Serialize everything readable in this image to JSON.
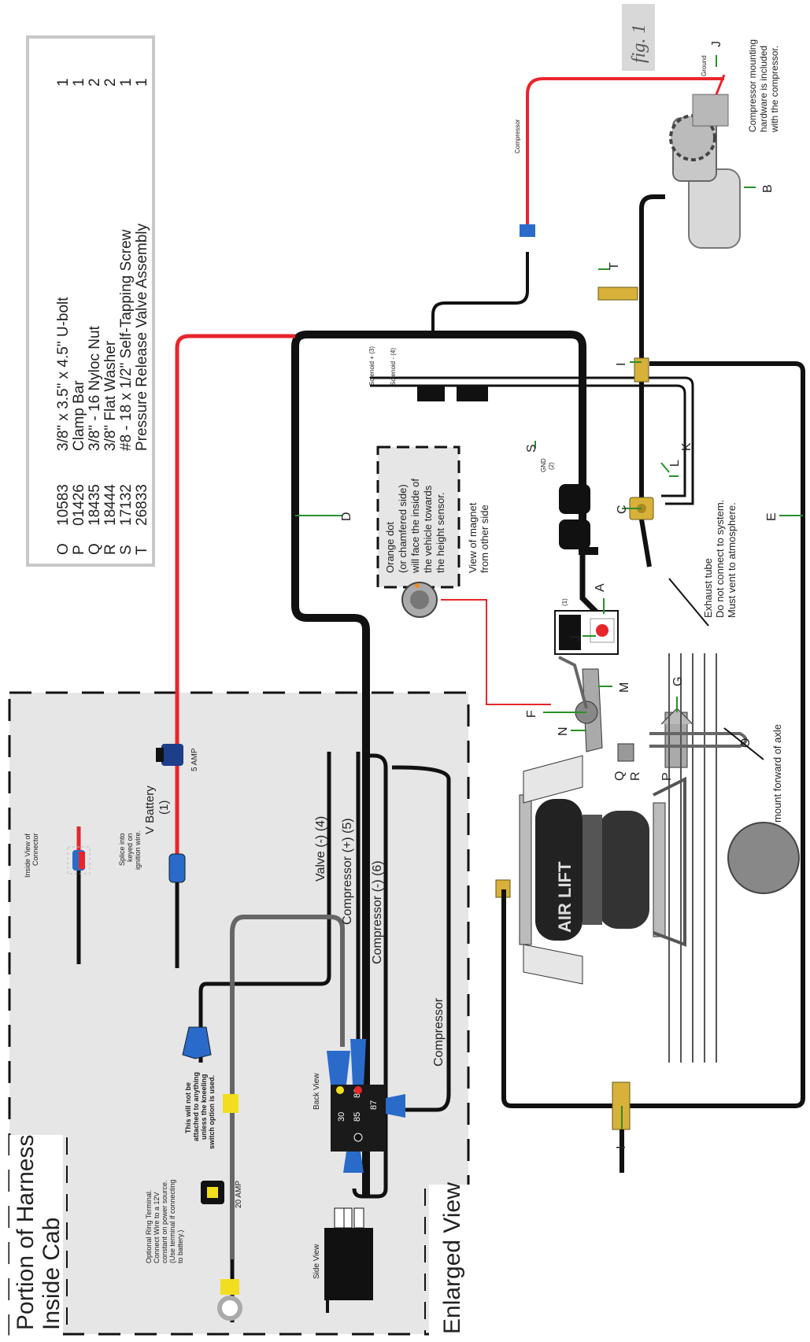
{
  "parts_list": [
    {
      "letter": "O",
      "number": "10583",
      "desc": "3/8\" x 3.5\" x 4.5\" U-bolt",
      "qty": "1"
    },
    {
      "letter": "P",
      "number": "01426",
      "desc": "Clamp Bar",
      "qty": "1"
    },
    {
      "letter": "Q",
      "number": "18435",
      "desc": "3/8\" - 16 Nyloc Nut",
      "qty": "2"
    },
    {
      "letter": "R",
      "number": "18444",
      "desc": "3/8\" Flat Washer",
      "qty": "2"
    },
    {
      "letter": "S",
      "number": "17132",
      "desc": "#8 - 18 x 1/2\" Self-Tapping Screw",
      "qty": "1"
    },
    {
      "letter": "T",
      "number": "26833",
      "desc": "Pressure Release Valve Assembly",
      "qty": "1"
    }
  ],
  "figure_label": "fig. 1",
  "cab_panel": {
    "title_line1": "Portion of Harness",
    "title_line2": "Inside Cab",
    "enlarged_view": "Enlarged View",
    "inside_view": [
      "Inside View of",
      "Connector"
    ],
    "splice_note": [
      "Splice into",
      "keyed on",
      "ignition wire."
    ],
    "v_battery": "V Battery",
    "v_battery_num": "(1)",
    "fuse_5": "5 AMP",
    "fuse_20": "20 AMP",
    "valve_wire": "Valve (-) (4)",
    "comp_pos_wire": "Compressor (+) (5)",
    "comp_neg_wire": "Compressor (-) (6)",
    "compressor_wire": "Compressor",
    "kneel_note": [
      "This will not be",
      "attached to anything",
      "unless the kneeling",
      "switch option is used."
    ],
    "ring_note": [
      "Optional Ring Terminal.",
      "Connect Wire to a 12V",
      "constant on power source.",
      "(Use terminal if connecting",
      "to battery.)"
    ],
    "back_view": "Back View",
    "side_view": "Side View",
    "relay_pins": [
      "30",
      "85",
      "86",
      "87"
    ]
  },
  "magnet_box": {
    "lines": [
      "Orange dot",
      "(or chamfered side)",
      "will face the inside of",
      "the vehicle towards",
      "the height sensor."
    ],
    "caption": [
      "View of magnet",
      "from other side"
    ]
  },
  "callouts": {
    "A": "A",
    "B": "B",
    "C": "C",
    "D": "D",
    "E": "E",
    "F": "F",
    "G": "G",
    "I": "I",
    "J": "J",
    "K": "K",
    "L": "L",
    "M": "M",
    "N": "N",
    "O": "O",
    "P": "P",
    "Q": "Q",
    "R": "R",
    "S": "S",
    "T": "T"
  },
  "labels": {
    "compressor_small": "Compressor",
    "ground": "Ground",
    "solenoid_pos": "Solenoid + (3)",
    "solenoid_neg": "Solenoid - (4)",
    "gnd": "GND",
    "gnd_num": "(2)",
    "sensor_num": "(1)",
    "exhaust": [
      "Exhaust tube",
      "Do not connect to system.",
      "Must vent to atmosphere."
    ],
    "mount_note": [
      "Compressor mounting",
      "hardware is included",
      "with the compressor."
    ],
    "axle_note": "mount forward of axle",
    "brand": "AIR LIFT"
  },
  "colors": {
    "power_wire": "#e8252b",
    "harness": "#111111",
    "panel_fill": "#e6e6e6",
    "connector_blue": "#2a6ac9",
    "callout_line": "#2a8f2a",
    "fuse_yellow": "#f2de1f"
  }
}
